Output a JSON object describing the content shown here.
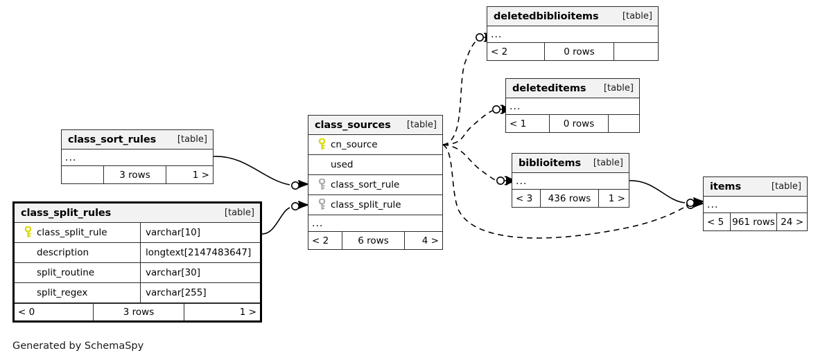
{
  "diagram": {
    "credit": "Generated by SchemaSpy",
    "table_kind_label": "[table]",
    "ellipsis": "...",
    "colors": {
      "primary_key": "#d8d800",
      "foreign_key": "#aaaaaa",
      "header_fill": "#f2f2f2",
      "border": "#2b2b2b",
      "focus_border": "#000000",
      "edge": "#000000",
      "background": "#ffffff"
    }
  },
  "tables": [
    {
      "id": "deletedbiblioitems",
      "name": "deletedbiblioitems",
      "kind": "[table]",
      "focused": false,
      "columns": [],
      "has_ellipsis": true,
      "footer": [
        "< 2",
        "0 rows",
        ""
      ]
    },
    {
      "id": "deleteditems",
      "name": "deleteditems",
      "kind": "[table]",
      "focused": false,
      "columns": [],
      "has_ellipsis": true,
      "footer": [
        "< 1",
        "0 rows",
        ""
      ]
    },
    {
      "id": "biblioitems",
      "name": "biblioitems",
      "kind": "[table]",
      "focused": false,
      "columns": [],
      "has_ellipsis": true,
      "footer": [
        "< 3",
        "436 rows",
        "1 >"
      ]
    },
    {
      "id": "items",
      "name": "items",
      "kind": "[table]",
      "focused": false,
      "columns": [],
      "has_ellipsis": true,
      "footer": [
        "< 5",
        "961 rows",
        "24 >"
      ]
    },
    {
      "id": "class_sort_rules",
      "name": "class_sort_rules",
      "kind": "[table]",
      "focused": false,
      "columns": [],
      "has_ellipsis": true,
      "footer": [
        "",
        "3 rows",
        "1 >"
      ]
    },
    {
      "id": "class_sources",
      "name": "class_sources",
      "kind": "[table]",
      "focused": false,
      "columns": [
        {
          "name": "cn_source",
          "key": "primary",
          "type": ""
        },
        {
          "name": "used",
          "key": "none",
          "type": ""
        },
        {
          "name": "class_sort_rule",
          "key": "foreign",
          "type": ""
        },
        {
          "name": "class_split_rule",
          "key": "foreign",
          "type": ""
        }
      ],
      "has_ellipsis": true,
      "footer": [
        "< 2",
        "6 rows",
        "4 >"
      ]
    },
    {
      "id": "class_split_rules",
      "name": "class_split_rules",
      "kind": "[table]",
      "focused": true,
      "columns": [
        {
          "name": "class_split_rule",
          "key": "primary",
          "type": "varchar[10]"
        },
        {
          "name": "description",
          "key": "none",
          "type": "longtext[2147483647]"
        },
        {
          "name": "split_routine",
          "key": "none",
          "type": "varchar[30]"
        },
        {
          "name": "split_regex",
          "key": "none",
          "type": "varchar[255]"
        }
      ],
      "has_ellipsis": false,
      "footer": [
        "< 0",
        "3 rows",
        "1 >"
      ]
    }
  ],
  "relationships": [
    {
      "from": "class_sources",
      "to": "deletedbiblioitems",
      "style": "dashed"
    },
    {
      "from": "class_sources",
      "to": "deleteditems",
      "style": "dashed"
    },
    {
      "from": "class_sources",
      "to": "biblioitems",
      "style": "dashed"
    },
    {
      "from": "class_sources",
      "to": "items",
      "style": "dashed"
    },
    {
      "from": "class_sort_rules",
      "to": "class_sources",
      "style": "solid"
    },
    {
      "from": "class_split_rules",
      "to": "class_sources",
      "style": "solid"
    },
    {
      "from": "biblioitems",
      "to": "items",
      "style": "solid"
    }
  ]
}
